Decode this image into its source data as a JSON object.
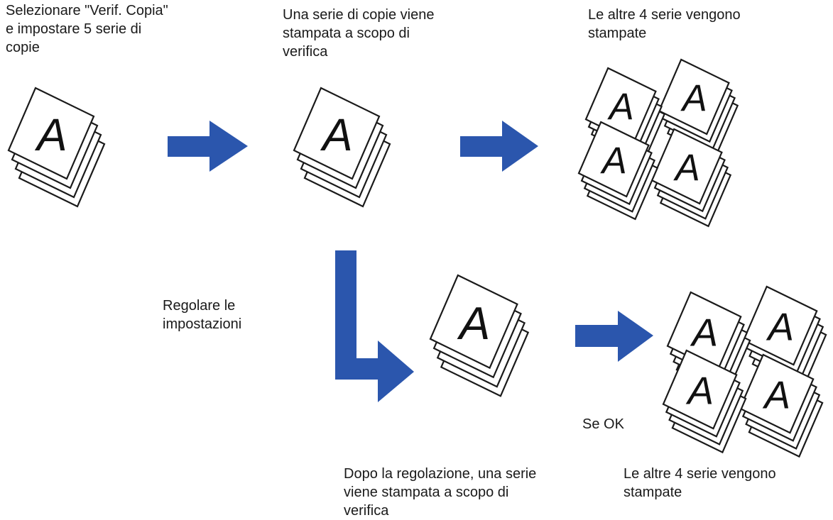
{
  "colors": {
    "arrow": "#2b56ad",
    "paper": "#ffffff",
    "outline": "#1a1a1a"
  },
  "captions": {
    "step1": "Selezionare \"Verif. Copia\"\ne impostare 5 serie di\ncopie",
    "step2": "Una serie di copie viene\nstampata a scopo di\nverifica",
    "step3": "Le altre 4 serie vengono\nstampate",
    "adjust": "Regolare le\nimpostazioni",
    "step4": "Dopo la regolazione, una serie\nviene stampata a scopo di\nverifica",
    "if_ok": "Se OK",
    "step5": "Le altre 4 serie vengono\nstampate"
  },
  "sheet_letter": "A",
  "icons": [
    "paper-stack-icon",
    "arrow-right-icon",
    "elbow-arrow-icon"
  ]
}
